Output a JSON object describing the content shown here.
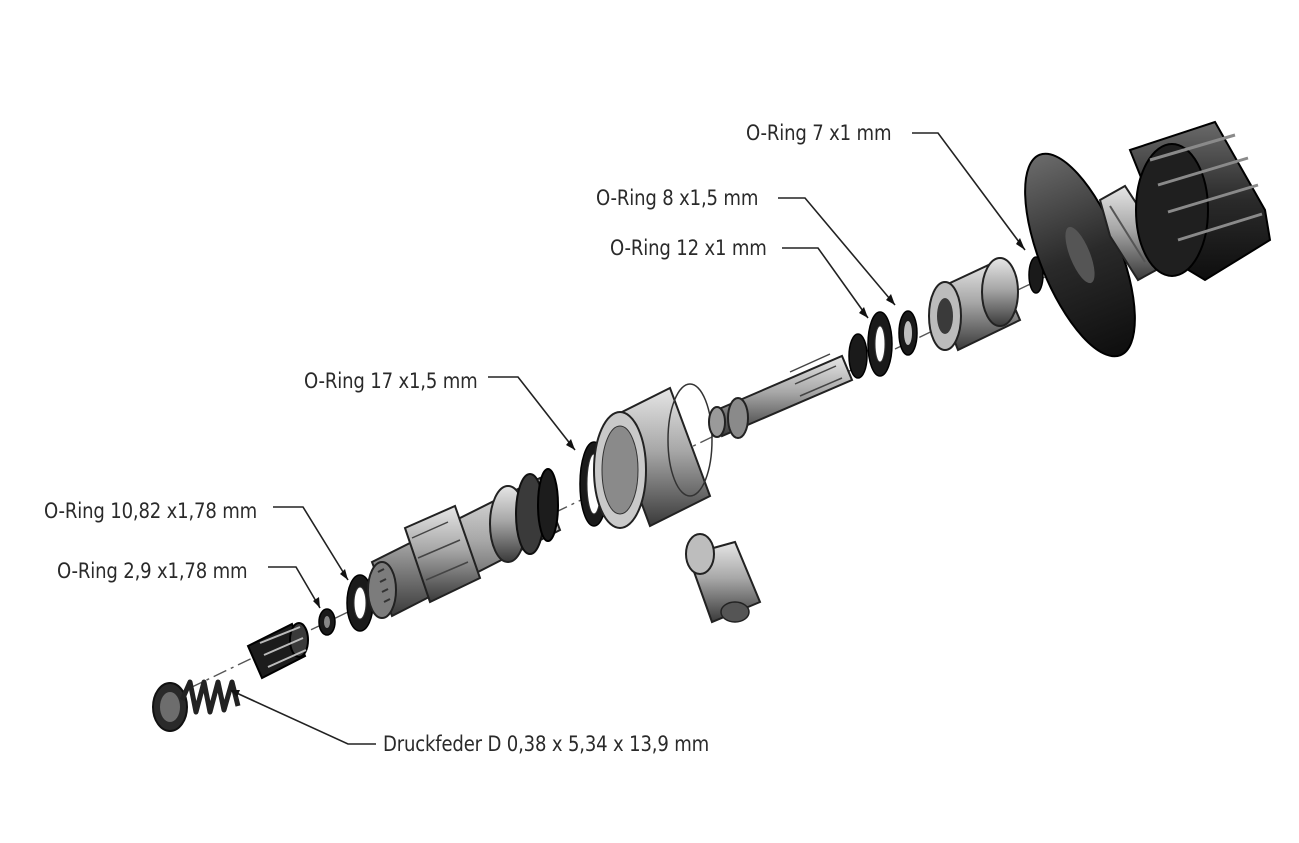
{
  "labels": {
    "oring_7x1": "O-Ring 7 x1 mm",
    "oring_8x15": "O-Ring 8 x1,5 mm",
    "oring_12x1": "O-Ring 12 x1 mm",
    "oring_17x15": "O-Ring 17 x1,5 mm",
    "oring_1082": "O-Ring 10,82 x1,78 mm",
    "oring_29": "O-Ring 2,9 x1,78 mm",
    "spring": "Druckfeder D 0,38 x 5,34 x 13,9 mm"
  }
}
